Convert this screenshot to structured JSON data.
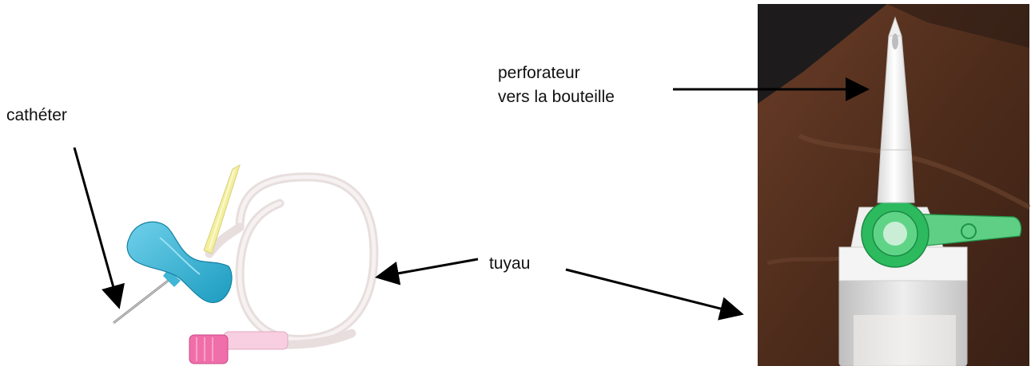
{
  "labels": {
    "catheter": "cathéter",
    "perforateur_line1": "perforateur",
    "perforateur_line2": "vers la bouteille",
    "tuyau": "tuyau"
  },
  "colors": {
    "butterfly_wings": "#3fb6d6",
    "connector_pink": "#f06ea9",
    "tubing_cap_yellow": "#f3ef9e",
    "green_clamp": "#27b15a",
    "photo_wood": "#5a3422",
    "photo_dark_wall": "#1d1b1c",
    "arrow": "#000000"
  }
}
